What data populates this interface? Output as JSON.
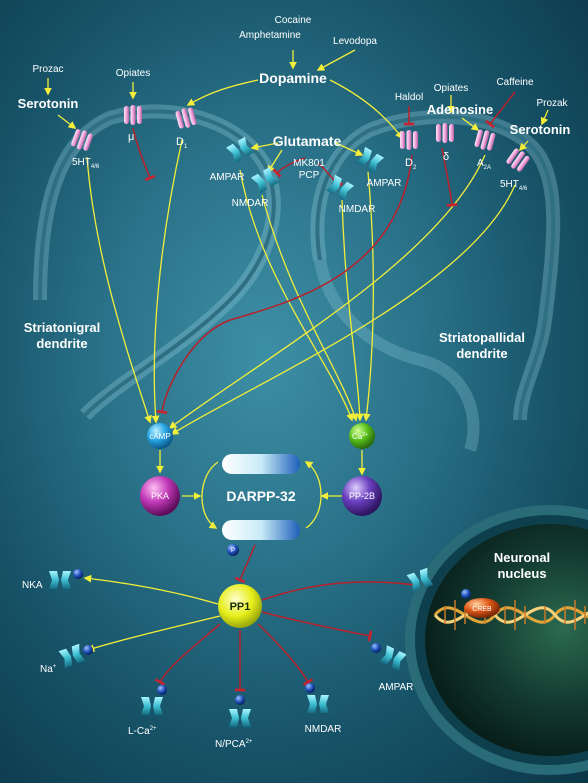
{
  "labels": {
    "drug_top_1": "Cocaine",
    "drug_top_2": "Amphetamine",
    "levodopa": "Levodopa",
    "dopamine": "Dopamine",
    "prozac_left": "Prozac",
    "serotonin_left": "Serotonin",
    "opiates_left": "Opiates",
    "haldol": "Haldol",
    "adenosine": "Adenosine",
    "opiates_right": "Opiates",
    "caffeine": "Caffeine",
    "prozak_right": "Prozak",
    "serotonin_right": "Serotonin",
    "glutamate": "Glutamate",
    "mk801": "MK801",
    "pcp": "PCP",
    "ampar_left": "AMPAR",
    "nmdar_left": "NMDAR",
    "ampar_right": "AMPAR",
    "nmdar_right": "NMDAR",
    "rec_5ht_left": "5HT",
    "rec_5ht_left_sub": "4/6",
    "rec_mu": "μ",
    "rec_d1": "D",
    "rec_d1_sub": "1",
    "rec_d2": "D",
    "rec_d2_sub": "2",
    "rec_delta": "δ",
    "rec_a2a": "A",
    "rec_a2a_sub": "2A",
    "rec_5ht_right": "5HT",
    "rec_5ht_right_sub": "4/6",
    "striatonigral_1": "Striatonigral",
    "striatonigral_2": "dendrite",
    "striatopallidal_1": "Striatopallidal",
    "striatopallidal_2": "dendrite",
    "camp": "cAMP",
    "ca": "Ca",
    "ca_sup": "2+",
    "pka": "PKA",
    "pp2b": "PP-2B",
    "darpp": "DARPP-32",
    "p": "P",
    "pp1": "PP1",
    "nka": "NKA",
    "na": "Na",
    "na_sup": "+",
    "lca": "L-Ca",
    "lca_sup": "2+",
    "npca": "N/PCA",
    "npca_sup": "2+",
    "nmdar_bottom": "NMDAR",
    "ampar_bottom": "AMPAR",
    "nucleus_1": "Neuronal",
    "nucleus_2": "nucleus",
    "creb": "CREB"
  },
  "colors": {
    "activation_arrow": "#f2ee3a",
    "inhibition_arrow": "#b8202a",
    "receptor_pink": "#f0b6e0",
    "channel_cyan": "#4fd4e4",
    "camp_blue": "#29a8e6",
    "ca_green": "#5cc21c",
    "pka_magenta": "#c23ab8",
    "pp2b_purple": "#6a3fbf",
    "pp1_yellow": "#e6ee1a",
    "phospho_blue": "#1e4fb8",
    "creb_orange": "#e05a18"
  },
  "icons": {
    "receptor": "gpcr-receptor-icon",
    "channel": "ion-channel-icon",
    "phosphate": "phosphate-icon",
    "dna": "dna-helix-icon"
  }
}
